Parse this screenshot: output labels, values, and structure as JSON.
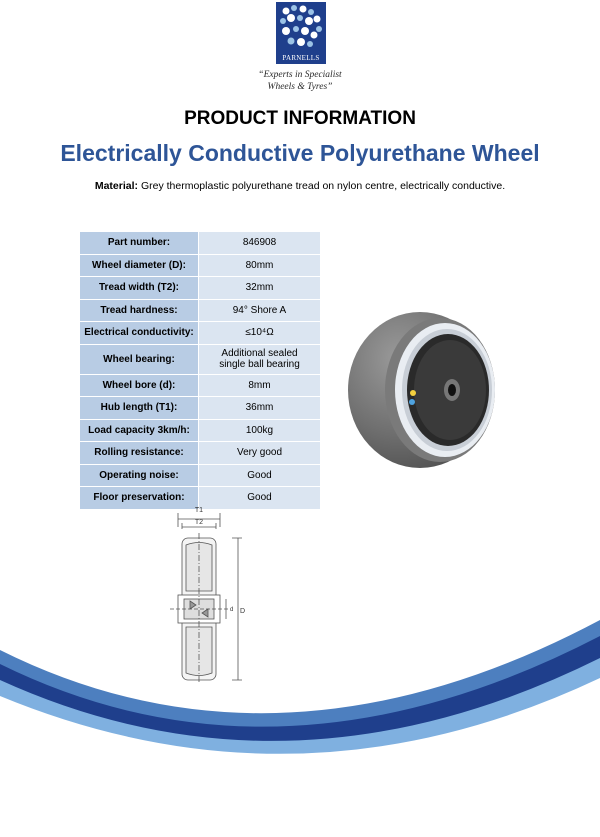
{
  "logo": {
    "name": "PARNELLS",
    "tagline_line1": "“Experts in Specialist",
    "tagline_line2": "Wheels & Tyres”"
  },
  "heading": "PRODUCT INFORMATION",
  "title": "Electrically Conductive Polyurethane Wheel",
  "material": {
    "label": "Material:",
    "text": "Grey thermoplastic polyurethane tread on nylon centre, electrically conductive."
  },
  "specs": [
    {
      "label": "Part number:",
      "value": "846908"
    },
    {
      "label": "Wheel diameter (D):",
      "value": "80mm"
    },
    {
      "label": "Tread width (T2):",
      "value": "32mm"
    },
    {
      "label": "Tread hardness:",
      "value": "94° Shore A"
    },
    {
      "label": "Electrical conductivity:",
      "value": "≤10⁴Ω"
    },
    {
      "label": "Wheel bearing:",
      "value_line1": "Additional sealed",
      "value_line2": "single ball bearing"
    },
    {
      "label": "Wheel bore (d):",
      "value": "8mm"
    },
    {
      "label": "Hub length (T1):",
      "value": "36mm"
    },
    {
      "label": "Load capacity 3km/h:",
      "value": "100kg"
    },
    {
      "label": "Rolling resistance:",
      "value": "Very good"
    },
    {
      "label": "Operating noise:",
      "value": "Good"
    },
    {
      "label": "Floor preservation:",
      "value": "Good"
    }
  ],
  "drawing": {
    "t1": "T1",
    "t2": "T2",
    "d_small": "d",
    "d_large": "D"
  },
  "colors": {
    "title": "#2e5597",
    "label_cell": "#b8cce4",
    "value_cell": "#dbe5f1",
    "logo_bg": "#1f3f8c",
    "swoosh_dark": "#1f3f8c",
    "swoosh_light": "#6fa8dc"
  }
}
